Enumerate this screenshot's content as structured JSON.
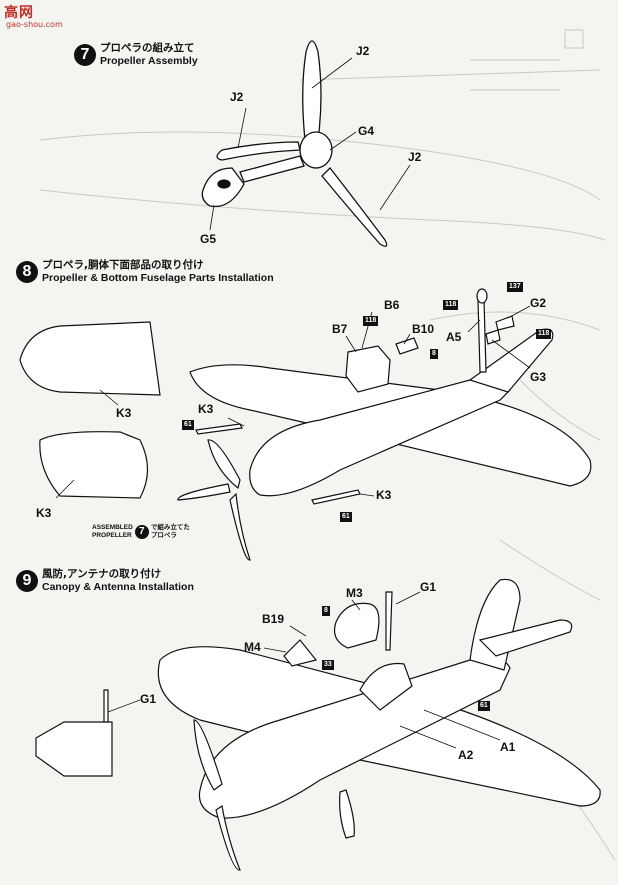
{
  "watermark": {
    "site": "高网",
    "url": "gao-shou.com"
  },
  "steps": [
    {
      "num": "7",
      "jp": "プロペラの組み立て",
      "en": "Propeller Assembly"
    },
    {
      "num": "8",
      "jp": "プロペラ,胴体下面部品の取り付け",
      "en": "Propeller & Bottom Fuselage Parts Installation"
    },
    {
      "num": "9",
      "jp": "風防,アンテナの取り付け",
      "en": "Canopy & Antenna Installation"
    }
  ],
  "step7_labels": {
    "j2_top": "J2",
    "j2_left": "J2",
    "g4": "G4",
    "j2_right": "J2",
    "g5": "G5"
  },
  "step8_labels": {
    "b6": "B6",
    "b7": "B7",
    "b10": "B10",
    "a5": "A5",
    "g2": "G2",
    "g3": "G3",
    "k3_a": "K3",
    "k3_b": "K3",
    "k3_c": "K3",
    "k3_d": "K3",
    "t118_a": "118",
    "t118_b": "118",
    "t118_c": "118",
    "t137": "137",
    "t8": "8",
    "t61_a": "61",
    "t61_b": "61"
  },
  "assembled_note": {
    "en1": "ASSEMBLED",
    "en2": "PROPELLER",
    "num": "7",
    "jp1": "で組み立てた",
    "jp2": "プロペラ"
  },
  "step9_labels": {
    "g1": "G1",
    "m3": "M3",
    "b19": "B19",
    "m4": "M4",
    "a1": "A1",
    "a2": "A2",
    "g1_detail": "G1",
    "t8": "8",
    "t33": "33",
    "t61": "61"
  }
}
